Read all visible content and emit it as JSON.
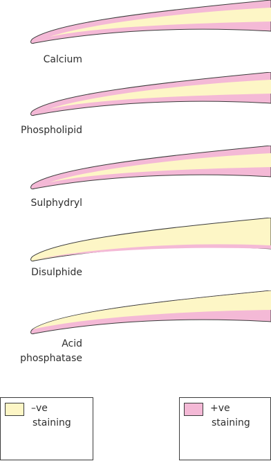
{
  "colors": {
    "negative": "#fdf6c6",
    "positive": "#f4b9d6",
    "outline": "#3a3a3a",
    "text": "#2e2e2e"
  },
  "stains": [
    {
      "label": "Calcium",
      "pattern": "outer-edges-positive"
    },
    {
      "label": "Phospholipid",
      "pattern": "outer-edges-positive"
    },
    {
      "label": "Sulphydryl",
      "pattern": "outer-edges-positive"
    },
    {
      "label": "Disulphide",
      "pattern": "thin-lower-edge-positive"
    },
    {
      "label": "Acid",
      "label_line2": "phosphatase",
      "pattern": "lower-half-positive"
    }
  ],
  "legend": {
    "negative": {
      "line1": "–ve",
      "line2": "staining"
    },
    "positive": {
      "line1": "+ve",
      "line2": "staining"
    }
  }
}
